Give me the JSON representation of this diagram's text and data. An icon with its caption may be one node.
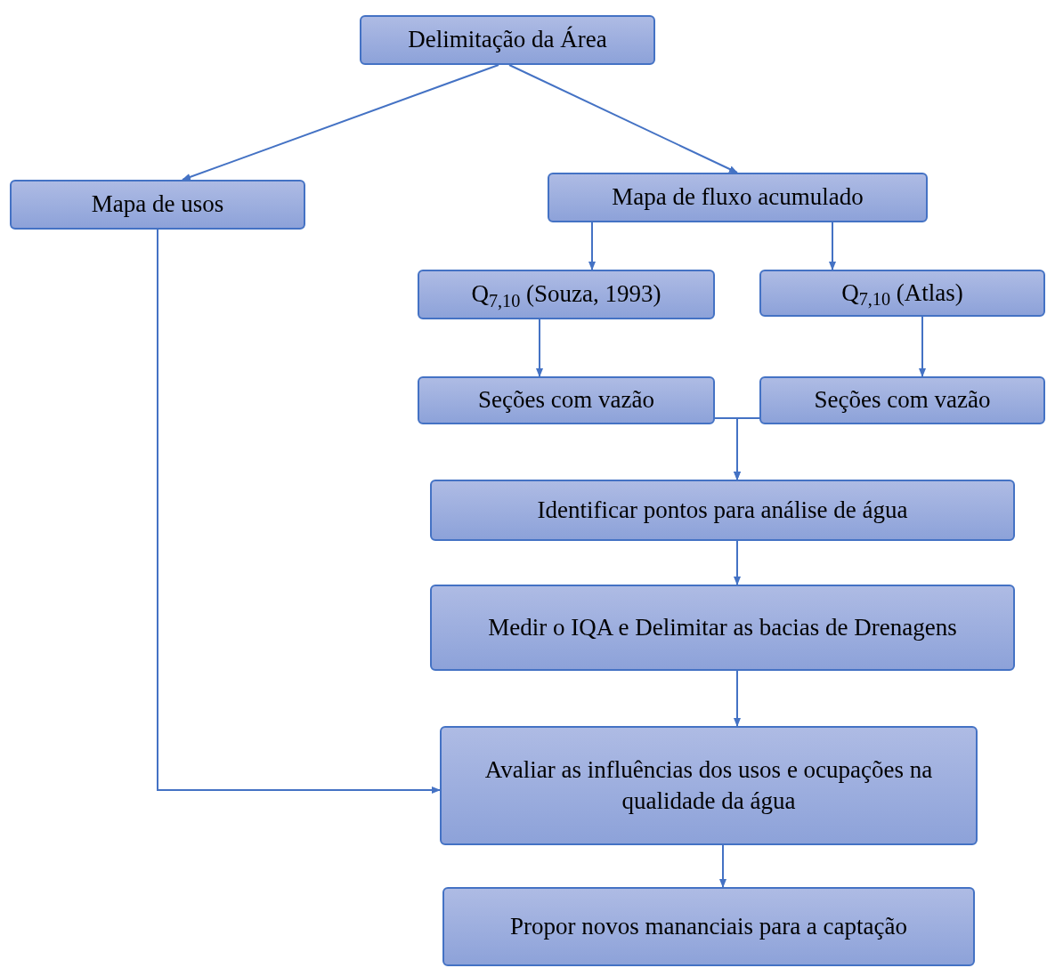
{
  "diagram": {
    "nodes": [
      {
        "text": [
          "Delimitação da Área"
        ]
      },
      {
        "text": [
          "Mapa de usos"
        ]
      },
      {
        "text": [
          "Mapa de fluxo acumulado"
        ]
      },
      {
        "text": [
          "Q$_{7,10}$ (Souza, 1993)"
        ]
      },
      {
        "text": [
          "Q$_{7,10}$ (Atlas)"
        ]
      },
      {
        "text": [
          "Seções com vazão"
        ]
      },
      {
        "text": [
          "Seções com vazão"
        ]
      },
      {
        "text": [
          "Identificar pontos para análise de água"
        ]
      },
      {
        "text": [
          "Medir o IQA e Delimitar as bacias de Drenagens"
        ]
      },
      {
        "text": [
          "Avaliar as influências dos usos e ocupações na qualidade da água"
        ]
      },
      {
        "text": [
          "Propor novos mananciais para a captação"
        ]
      }
    ],
    "edges": [
      {
        "from": 0,
        "to": 1,
        "arrow": "to"
      },
      {
        "from": 0,
        "to": 2,
        "arrow": "to"
      },
      {
        "from": 2,
        "to": 3,
        "arrow": "to"
      },
      {
        "from": 2,
        "to": 4,
        "arrow": "to"
      },
      {
        "from": 3,
        "to": 5,
        "arrow": "to"
      },
      {
        "from": 4,
        "to": 6,
        "arrow": "to"
      },
      {
        "from": 5,
        "to": 7,
        "arrow": "to"
      },
      {
        "from": 6,
        "to": 7,
        "arrow": "to"
      },
      {
        "from": 7,
        "to": 8,
        "arrow": "to"
      },
      {
        "from": 8,
        "to": 9,
        "arrow": "to"
      },
      {
        "from": 1,
        "to": 9,
        "arrow": "to"
      },
      {
        "from": 9,
        "to": 10,
        "arrow": "to"
      }
    ]
  }
}
